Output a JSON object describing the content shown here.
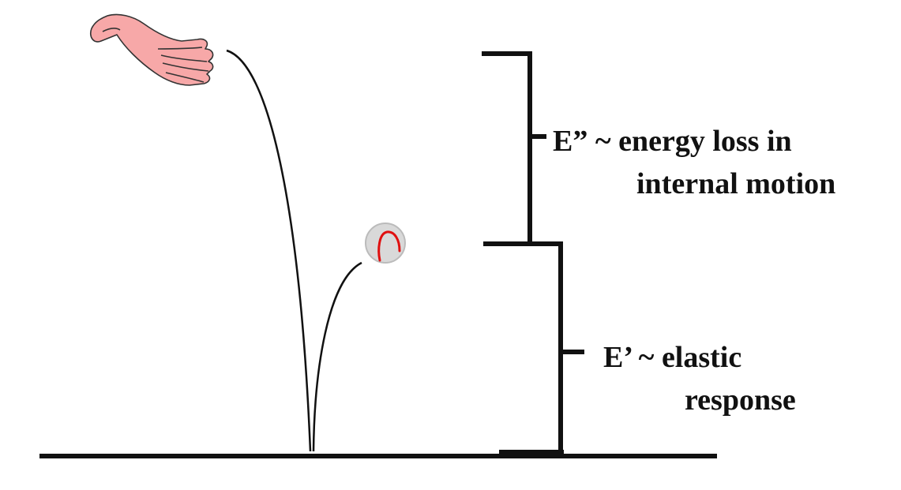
{
  "labels": {
    "loss_line1": "E” ~ energy loss in",
    "loss_line2": "internal motion",
    "elastic_line1": "E’ ~ elastic",
    "elastic_line2": "response"
  },
  "colors": {
    "ink": "#111111",
    "hand_fill": "#f7a8a8",
    "hand_outline": "#333333",
    "ball_fill": "#d9d9d9",
    "ball_seam": "#e01010"
  },
  "icons": {
    "hand": "open-hand-icon",
    "ball": "ball-icon"
  }
}
